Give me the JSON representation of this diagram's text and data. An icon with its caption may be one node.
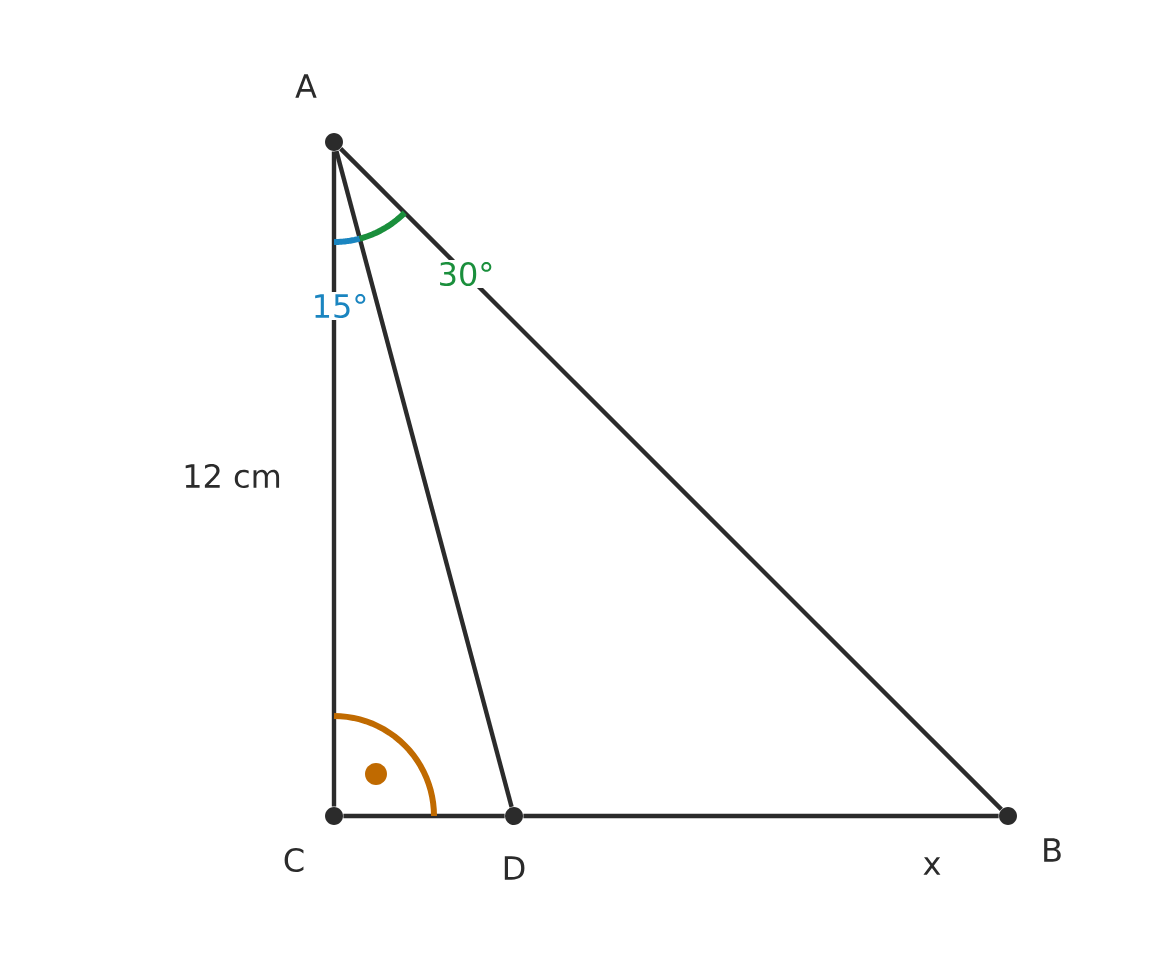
{
  "diagram": {
    "nodes": [
      {
        "text": [],
        "shape": "circle",
        "beside": [
          "A"
        ]
      },
      {
        "text": [],
        "shape": "circle",
        "beside": [
          "C"
        ]
      },
      {
        "text": [],
        "shape": "circle",
        "beside": [
          "D"
        ]
      },
      {
        "text": [],
        "shape": "circle",
        "beside": [
          "B"
        ]
      }
    ],
    "edges": [
      {
        "from": 0,
        "to": 1,
        "arrow": "none"
      },
      {
        "from": 0,
        "to": 2,
        "arrow": "none"
      },
      {
        "from": 0,
        "to": 3,
        "arrow": "none"
      },
      {
        "from": 1,
        "to": 2,
        "arrow": "none"
      },
      {
        "from": 2,
        "to": 3,
        "arrow": "none"
      }
    ],
    "labels": [
      "15°",
      "30°",
      "12 cm",
      "x"
    ]
  }
}
